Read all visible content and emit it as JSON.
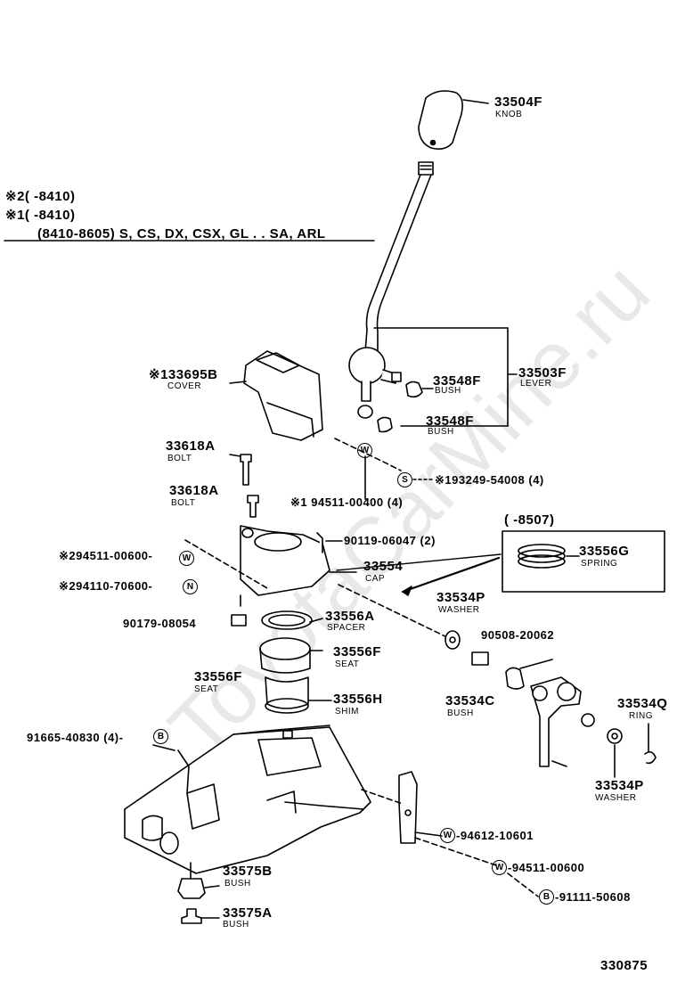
{
  "watermark": "ToyotaCarMine.ru",
  "figure_number": "330875",
  "header": {
    "note2": "※2(       -8410)",
    "note1": "※1(       -8410)",
    "applicability": "(8410-8605) S, CS, DX, CSX, GL . . SA, ARL"
  },
  "callouts": {
    "knob": {
      "pn": "33504F",
      "name": "KNOB"
    },
    "lever": {
      "pn": "33503F",
      "name": "LEVER"
    },
    "bush_a": {
      "pn": "33548F",
      "name": "BUSH"
    },
    "bush_b": {
      "pn": "33548F",
      "name": "BUSH"
    },
    "cover": {
      "pn": "※133695B",
      "name": "COVER"
    },
    "bolt_a": {
      "pn": "33618A",
      "name": "BOLT"
    },
    "bolt_b": {
      "pn": "33618A",
      "name": "BOLT"
    },
    "washer_ref": {
      "pn": "※1 94511-00400 (4)",
      "sym": "W"
    },
    "spring_ref": {
      "pn": "※193249-54008 (4)",
      "sym": "S"
    },
    "screw_ref": {
      "pn": "90119-06047 (2)"
    },
    "cap": {
      "pn": "33554",
      "name": "CAP"
    },
    "ref_w2": {
      "pn": "※294511-00600-",
      "sym": "W"
    },
    "ref_n2": {
      "pn": "※294110-70600-",
      "sym": "N"
    },
    "nut": {
      "pn": "90179-08054"
    },
    "spacer": {
      "pn": "33556A",
      "name": "SPACER"
    },
    "seat_a": {
      "pn": "33556F",
      "name": "SEAT"
    },
    "seat_b": {
      "pn": "33556F",
      "name": "SEAT"
    },
    "shim": {
      "pn": "33556H",
      "name": "SHIM"
    },
    "bolt_ref": {
      "pn": "91665-40830 (4)-",
      "sym": "B"
    },
    "spring_box_range": "(        -8507)",
    "spring": {
      "pn": "33556G",
      "name": "SPRING"
    },
    "washer_p": {
      "pn": "33534P",
      "name": "WASHER"
    },
    "pin": {
      "pn": "90508-20062"
    },
    "bush_c": {
      "pn": "33534C",
      "name": "BUSH"
    },
    "ring": {
      "pn": "33534Q",
      "name": "RING"
    },
    "washer_p2": {
      "pn": "33534P",
      "name": "WASHER"
    },
    "ref_946": {
      "pn": "-94612-10601",
      "sym": "W"
    },
    "ref_945": {
      "pn": "-94511-00600",
      "sym": "W"
    },
    "ref_911": {
      "pn": "-91111-50608",
      "sym": "B"
    },
    "bush_575b": {
      "pn": "33575B",
      "name": "BUSH"
    },
    "bush_575a": {
      "pn": "33575A",
      "name": "BUSH"
    }
  }
}
